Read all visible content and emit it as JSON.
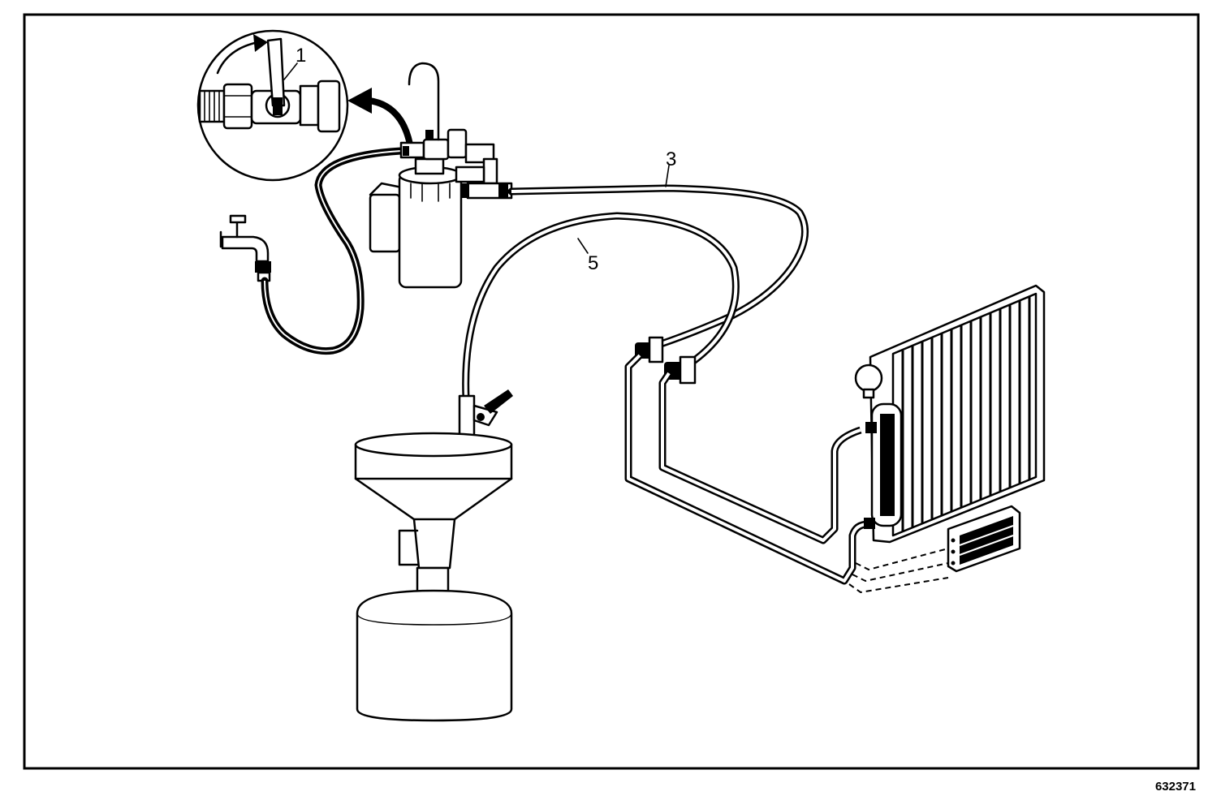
{
  "callouts": {
    "one": "1",
    "three": "3",
    "five": "5"
  },
  "figure_number": "632371"
}
